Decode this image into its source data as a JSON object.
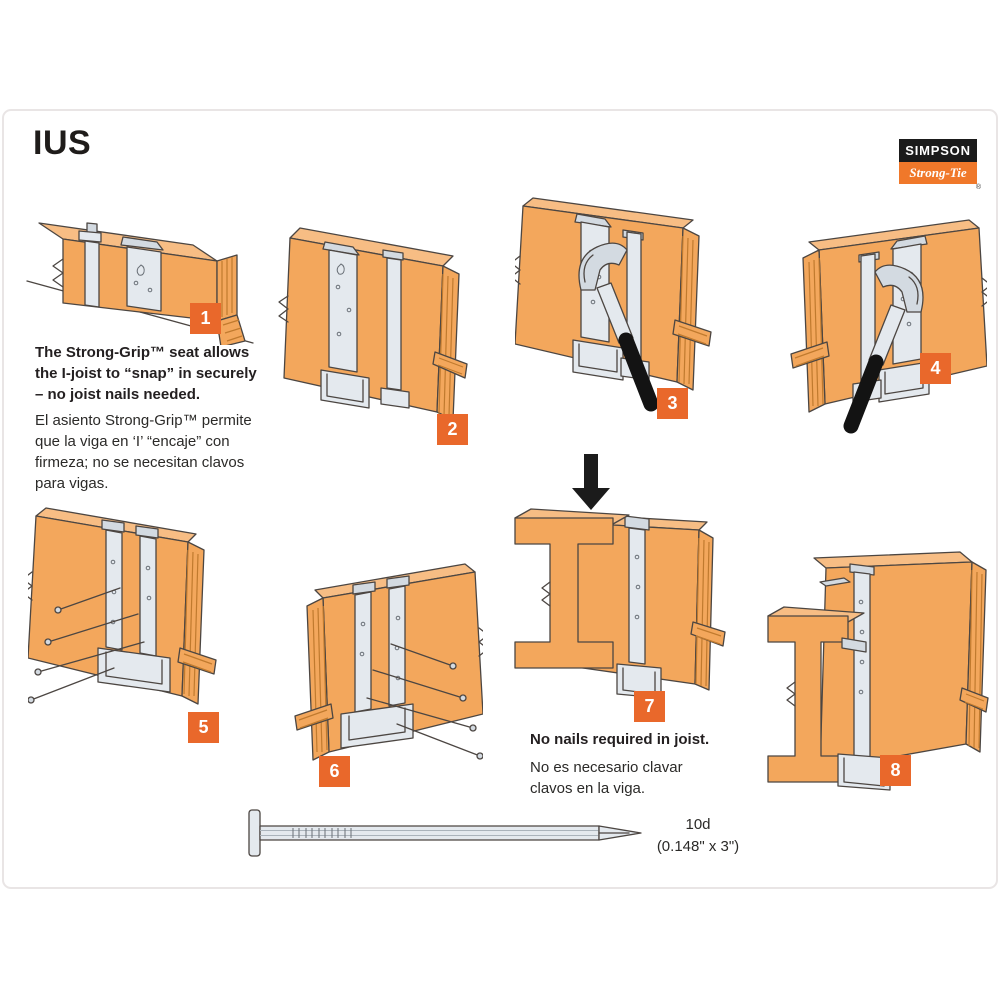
{
  "header": {
    "title": "IUS"
  },
  "logo": {
    "line1": "SIMPSON",
    "line2": "Strong-Tie",
    "registered": "®",
    "colors": {
      "top_bg": "#1b1b1b",
      "bottom_bg": "#f0782a",
      "text": "#ffffff"
    }
  },
  "steps": [
    {
      "label": "1",
      "illustration": "hangers-snapped-onto-header-top-view"
    },
    {
      "label": "2",
      "illustration": "hangers-hung-on-header-face"
    },
    {
      "label": "3",
      "illustration": "hammer-bending-tab-handle-right"
    },
    {
      "label": "4",
      "illustration": "hammer-bending-tab-handle-left"
    },
    {
      "label": "5",
      "illustration": "nails-driven-into-hanger-from-left"
    },
    {
      "label": "6",
      "illustration": "nails-driven-into-hanger-from-right"
    },
    {
      "label": "7",
      "illustration": "i-joist-lowered-into-hanger-arrow-down"
    },
    {
      "label": "8",
      "illustration": "i-joist-seated-in-hanger"
    }
  ],
  "captions": {
    "seat_en": "The Strong-Grip™ seat allows the I-joist to “snap” in securely – no joist nails needed.",
    "seat_es": "El asiento Strong-Grip™ permite que la viga en ‘I’ “encaje” con firmeza; no se necesitan clavos para vigas.",
    "no_nails_en": "No nails required in joist.",
    "no_nails_es": "No es necesario clavar clavos en la viga."
  },
  "nail": {
    "size_label": "10d",
    "dimensions_label": "(0.148\" x 3\")"
  },
  "colors": {
    "wood": "#f3a75c",
    "wood_top": "#f7bd84",
    "wood_grain": "#c07a2e",
    "metal": "#e4e9ee",
    "outline": "#4c4642",
    "badge_orange": "#e9682b",
    "logo_orange": "#f0782a"
  }
}
